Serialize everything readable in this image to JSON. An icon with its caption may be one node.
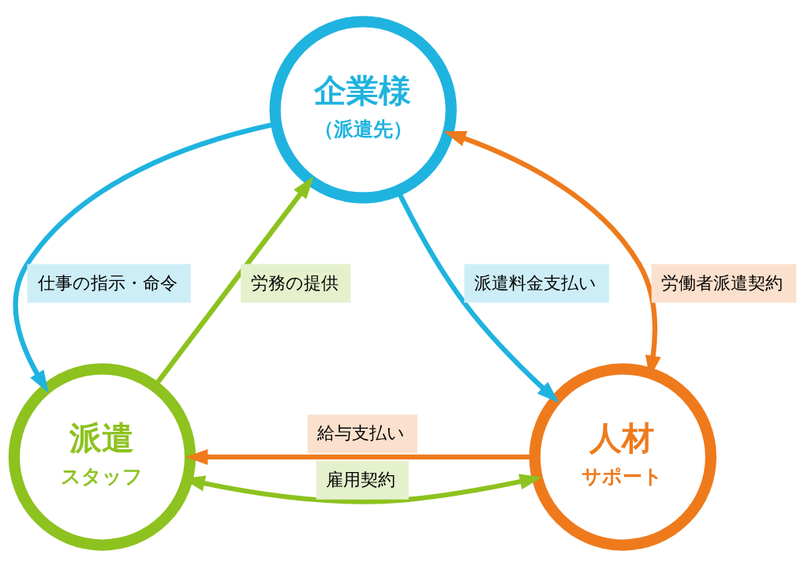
{
  "diagram": {
    "nodes": [
      {
        "text": [
          "企業様",
          "（派遣先）"
        ]
      },
      {
        "text": [
          "派遣",
          "スタッフ"
        ]
      },
      {
        "text": [
          "人材",
          "サポート"
        ]
      }
    ],
    "edges": [
      {
        "from": 1,
        "to": 0,
        "arrow": "to",
        "label": "労務の提供",
        "color": "#8dc21f"
      },
      {
        "from": 0,
        "to": 1,
        "arrow": "to",
        "label": "仕事の指示・命令",
        "color": "#1fb3df"
      },
      {
        "from": 0,
        "to": 2,
        "arrow": "to",
        "label": "派遣料金支払い",
        "color": "#1fb3df"
      },
      {
        "from": 0,
        "to": 2,
        "arrow": "both",
        "label": "労働者派遣契約",
        "color": "#ee7a1c"
      },
      {
        "from": 2,
        "to": 1,
        "arrow": "to",
        "label": "給与支払い",
        "color": "#ee7a1c"
      },
      {
        "from": 1,
        "to": 2,
        "arrow": "both",
        "label": "雇用契約",
        "color": "#8dc21f"
      }
    ]
  }
}
